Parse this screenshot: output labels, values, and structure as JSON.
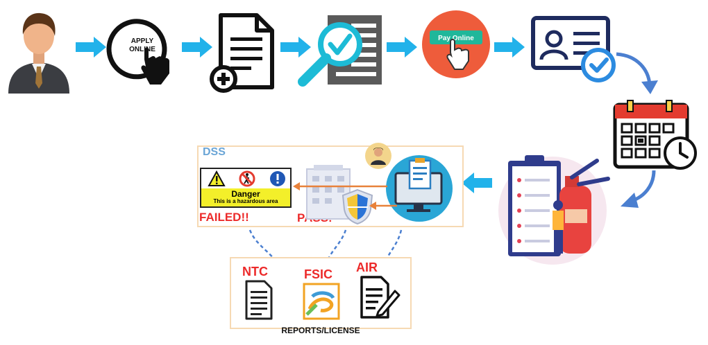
{
  "steps": {
    "apply_online": {
      "line1": "APPLY",
      "line2": "ONLINE"
    },
    "pay_online": {
      "label": "Pay Online"
    }
  },
  "dss": {
    "title": "DSS",
    "danger_title": "Danger",
    "danger_subtitle": "This is a hazardous area",
    "failed": "FAILED!!",
    "pass": "PASS!"
  },
  "reports": {
    "caption": "REPORTS/LICENSE",
    "items": [
      {
        "label": "NTC"
      },
      {
        "label": "FSIC"
      },
      {
        "label": "AIR"
      }
    ]
  },
  "colors": {
    "arrow": "#22b2ea",
    "curved_arrow": "#4b7fd0",
    "failed": "#ec2a2a",
    "danger_band": "#f3ef2a",
    "pay_button": "#20b79a",
    "pay_circle": "#ee5c3b"
  }
}
